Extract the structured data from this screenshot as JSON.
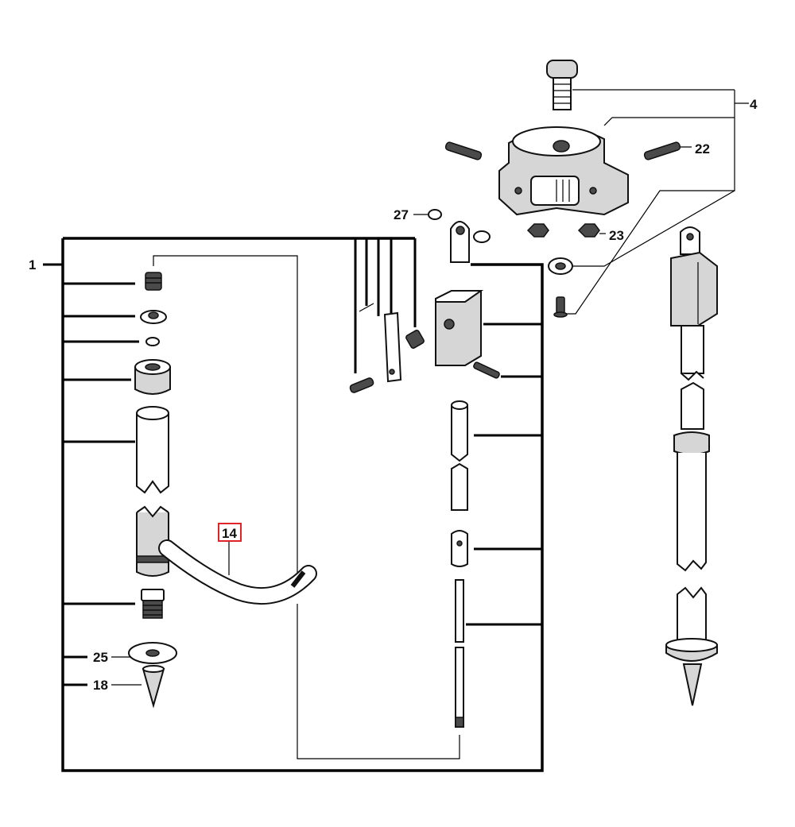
{
  "labels": {
    "assembly_1": "1",
    "part_4": "4",
    "part_14": "14",
    "part_18": "18",
    "part_22": "22",
    "part_23": "23",
    "part_25": "25",
    "part_27": "27"
  },
  "colors": {
    "highlight": "#e0242a",
    "line": "#000000",
    "shading": "#d6d6d6"
  }
}
